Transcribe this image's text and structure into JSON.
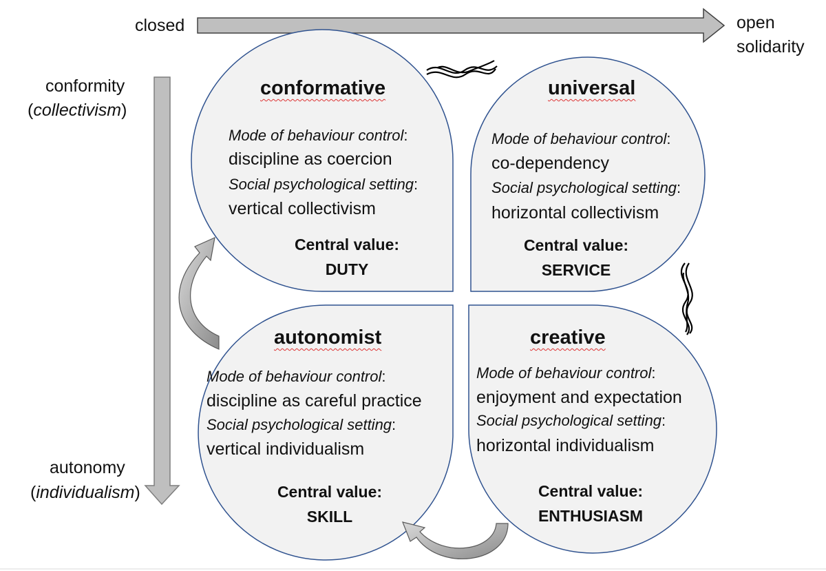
{
  "axes": {
    "horizontal_left": "closed",
    "horizontal_right_line1": "open",
    "horizontal_right_line2": "solidarity",
    "vertical_top_line1": "conformity",
    "vertical_top_line2": "collectivism",
    "vertical_bottom_line1": "autonomy",
    "vertical_bottom_line2": "individualism"
  },
  "quadrants": {
    "conformative": {
      "title": "conformative",
      "mode_label": "Mode of behaviour control",
      "mode_value": "discipline as coercion",
      "setting_label": "Social psychological setting",
      "setting_value": "vertical collectivism",
      "central_label": "Central value:",
      "central_value": "DUTY"
    },
    "universal": {
      "title": "universal",
      "mode_label": "Mode of behaviour control",
      "mode_value": "co-dependency",
      "setting_label": "Social psychological setting",
      "setting_value": "horizontal collectivism",
      "central_label": "Central value:",
      "central_value": "SERVICE"
    },
    "autonomist": {
      "title": "autonomist",
      "mode_label": "Mode of behaviour control",
      "mode_value": "discipline as careful practice",
      "setting_label": "Social psychological setting",
      "setting_value": "vertical individualism",
      "central_label": "Central value:",
      "central_value": "SKILL"
    },
    "creative": {
      "title": "creative",
      "mode_label": "Mode of behaviour control",
      "mode_value": "enjoyment and expectation",
      "setting_label": "Social psychological setting",
      "setting_value": "horizontal individualism",
      "central_label": "Central value:",
      "central_value": "ENTHUSIASM"
    }
  },
  "colors": {
    "petal_fill": "#f2f2f2",
    "petal_stroke": "#2f528f",
    "arrow_fill": "#bfbfbf",
    "arrow_stroke": "#404040"
  }
}
